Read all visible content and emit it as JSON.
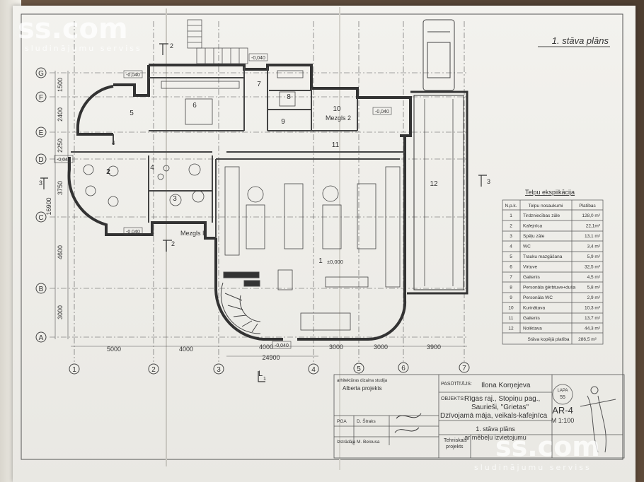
{
  "sheet": {
    "title": "1. stāva plāns"
  },
  "axes": {
    "rows": [
      "G",
      "F",
      "E",
      "D",
      "C",
      "B",
      "A"
    ],
    "row_dims": [
      "1500",
      "2400",
      "2250",
      "3750",
      "16900",
      "4600",
      "3000"
    ],
    "cols": [
      "1",
      "2",
      "3",
      "4",
      "5",
      "6",
      "7"
    ],
    "col_dims": [
      "5000",
      "4000",
      "4000",
      "3000",
      "3000",
      "3900"
    ],
    "total_width": "24900"
  },
  "rooms": [
    {
      "num": "1"
    },
    {
      "num": "2"
    },
    {
      "num": "3"
    },
    {
      "num": "4"
    },
    {
      "num": "5"
    },
    {
      "num": "6"
    },
    {
      "num": "7"
    },
    {
      "num": "8"
    },
    {
      "num": "9"
    },
    {
      "num": "10"
    },
    {
      "num": "11"
    },
    {
      "num": "12"
    }
  ],
  "labels": {
    "mezgls1": "Mezgls I",
    "mezgls2": "Mezgls 2",
    "level_zero": "±0,000",
    "level_m040": "-0,040",
    "section_l": "L",
    "section_sub": "1",
    "sec2": "2",
    "sec3": "3",
    "sec2b": "2",
    "sec3b": "3",
    "sec4": "4"
  },
  "room_schedule": {
    "title": "Telpu ekspiikācija",
    "headers": [
      "N.p.k.",
      "Telpu nosaukumi",
      "Platības"
    ],
    "rows": [
      [
        "1",
        "Tirdzniecības zāle",
        "128,0 m²"
      ],
      [
        "2",
        "Kafejnīca",
        "22,1m²"
      ],
      [
        "3",
        "Spēļu zāle",
        "13,1 m²"
      ],
      [
        "4",
        "WC",
        "3,4 m²"
      ],
      [
        "5",
        "Trauku mazgāšana",
        "5,9 m²"
      ],
      [
        "6",
        "Virtuve",
        "32,5 m²"
      ],
      [
        "7",
        "Gaitenis",
        "4,5 m²"
      ],
      [
        "8",
        "Personāla ģērbtuve+duša",
        "5,8 m²"
      ],
      [
        "9",
        "Personāla WC",
        "2,9 m²"
      ],
      [
        "10",
        "Kurinātava",
        "10,3 m²"
      ],
      [
        "11",
        "Gaitenis",
        "13,7 m²"
      ],
      [
        "12",
        "Noliktava",
        "44,3 m²"
      ]
    ],
    "total_label": "Stāva kopējā platība",
    "total_value": "286,5 m²"
  },
  "title_block": {
    "studio_line": "arhitektūras dizaina studija",
    "studio_name": "Alberta projekts",
    "client_label": "PASŪTĪTĀJS:",
    "client_name": "Ilona Korņejeva",
    "object_label": "OBJEKTS:",
    "object_line1": "Rīgas raj., Stopiņu pag.,",
    "object_line2": "Saurieši, \"Grietas\"",
    "object_line3": "Dzīvojamā māja, veikals-kafejnīca",
    "sheet_desc1": "1. stāva plāns",
    "sheet_desc2": "ar mēbeļu izvietojumu",
    "lapa_label": "LAPA",
    "lapa_num": "55",
    "sheet_code": "AR-4",
    "scale": "M 1:100",
    "pga_label": "PGA",
    "person1": "D. Štraks",
    "person2": "M. Belousa",
    "izstradaja": "Izstrādāja",
    "stage_label1": "Tehniskais",
    "stage_label2": "projekts"
  },
  "watermark": {
    "brand": "ss.com",
    "tagline": "sludinājumu serviss"
  },
  "colors": {
    "paper": "#eeede8",
    "ink": "#2f2f2f",
    "wall": "#3a3a3a"
  }
}
